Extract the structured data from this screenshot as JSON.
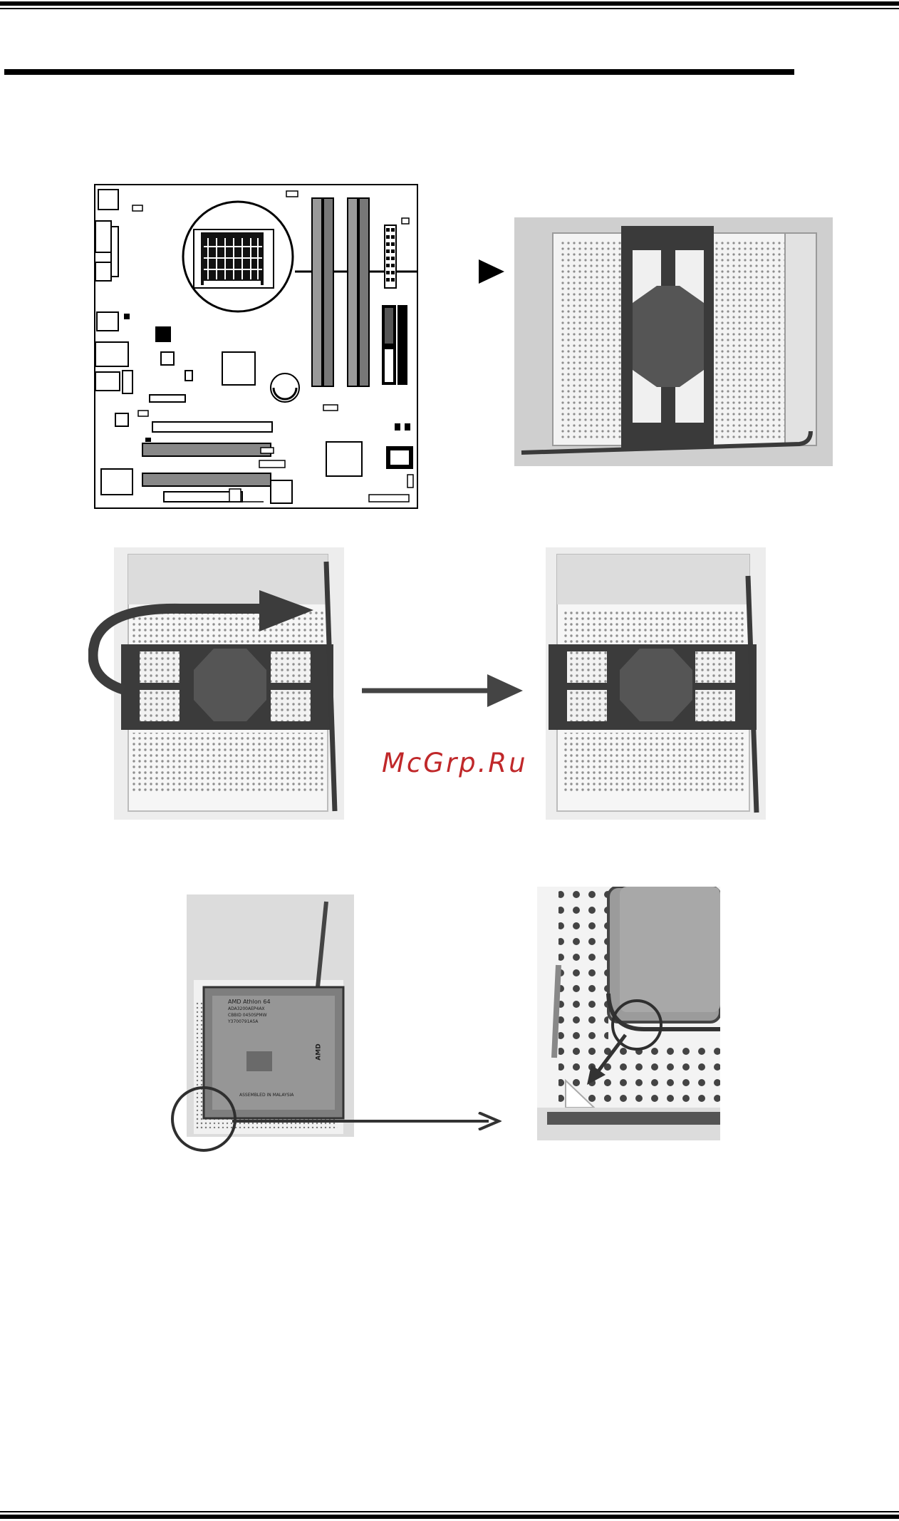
{
  "page": {
    "watermark": "McGrp.Ru",
    "cpu_marking": {
      "line1": "AMD Athlon 64",
      "line2": "ADA3200AEP4AX",
      "line3": "CBBID 0450SPMW",
      "line4": "Y3700791A5A",
      "footer": "ASSEMBLED IN MALAYSIA",
      "side_logo": "AMD"
    }
  },
  "colors": {
    "ink": "#000000",
    "photo_bg": "#d4d4d4",
    "socket_white": "#f4f4f4",
    "lever_dark": "#2e2e2e",
    "arrow": "#3a3a3a",
    "watermark": "#c0282a"
  }
}
